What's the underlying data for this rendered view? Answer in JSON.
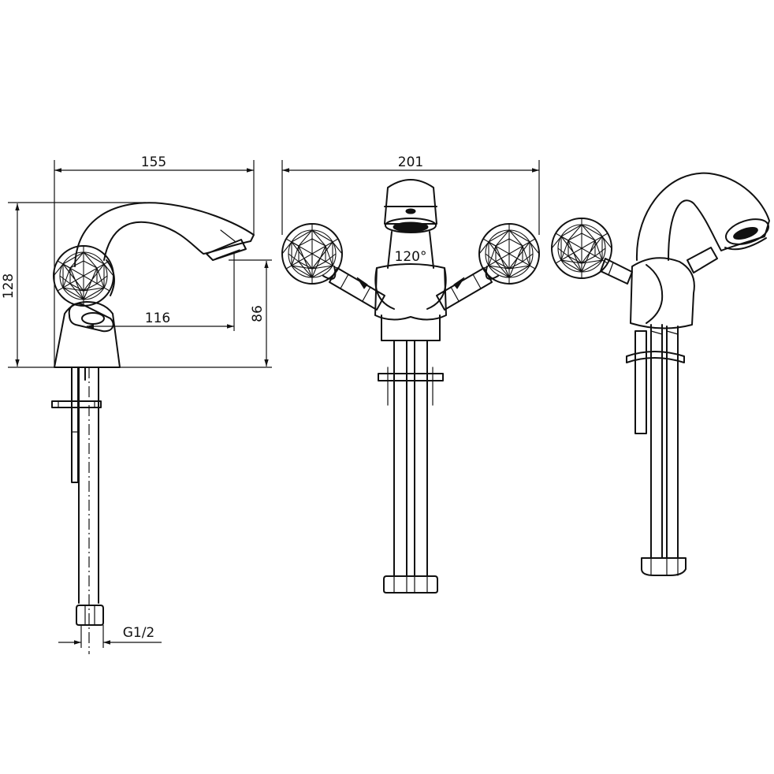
{
  "dimensions": {
    "side_width": "155",
    "side_height": "128",
    "spout_reach": "116",
    "spout_height": "86",
    "connection": "G1/2",
    "front_width": "201",
    "handle_angle": "120°"
  }
}
